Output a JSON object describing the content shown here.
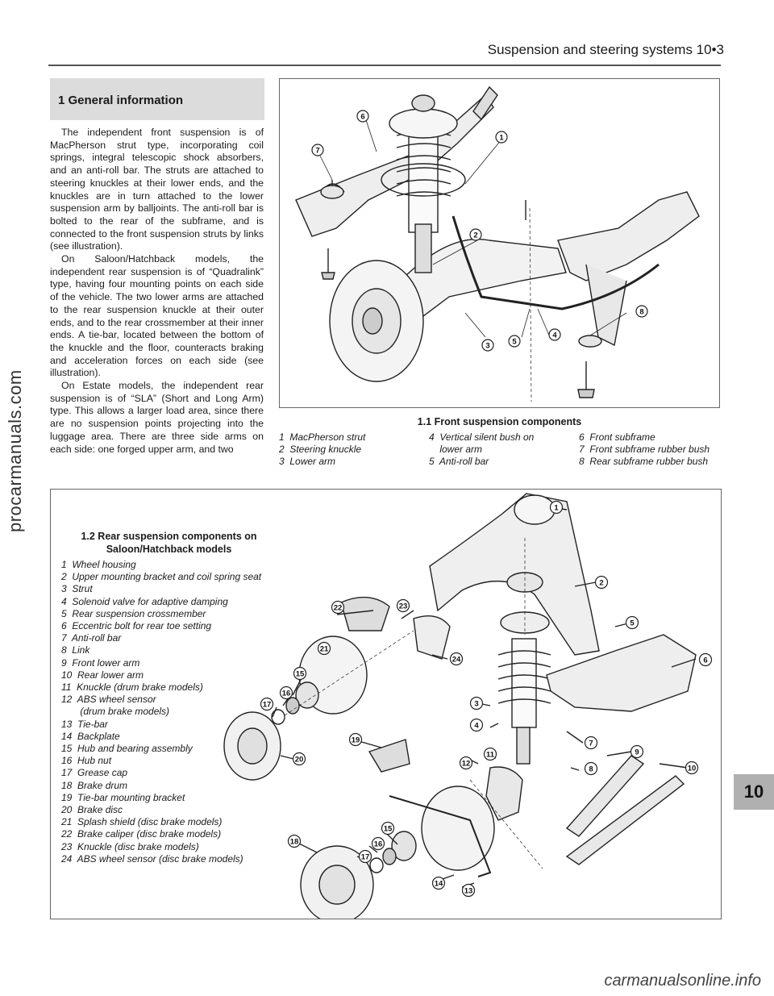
{
  "header": {
    "title": "Suspension and steering systems  10•3"
  },
  "section": {
    "title": "1 General information"
  },
  "body": {
    "paragraphs": [
      "The independent front suspension is of MacPherson strut type, incorporating coil springs, integral telescopic shock absorbers, and an anti-roll bar. The struts are attached to steering knuckles at their lower ends, and the knuckles are in turn attached to the lower suspension arm by balljoints. The anti-roll bar is bolted to the rear of the subframe, and is connected to the front suspension struts by links (see illustration).",
      "On Saloon/Hatchback models, the independent rear suspension is of “Quadralink” type, having four mounting points on each side of the vehicle. The two lower arms are attached to the rear suspension knuckle at their outer ends, and to the rear crossmember at their inner ends. A tie-bar, located between the bottom of the knuckle and the floor, counteracts braking and acceleration forces on each side (see illustration).",
      "On Estate models, the independent rear suspension is of “SLA” (Short and Long Arm) type. This allows a larger load area, since there are no suspension points projecting into the luggage area. There are three side arms on each side: one forged upper arm, and two"
    ]
  },
  "figure1": {
    "caption": "1.1  Front suspension components",
    "legend_col1": [
      "1  MacPherson strut",
      "2  Steering knuckle",
      "3  Lower arm"
    ],
    "legend_col2": [
      "4  Vertical silent bush on",
      "    lower arm",
      "5  Anti-roll bar"
    ],
    "legend_col3": [
      "6  Front subframe",
      "7  Front subframe rubber bush",
      "8  Rear subframe rubber bush"
    ],
    "callouts": [
      "1",
      "2",
      "3",
      "4",
      "5",
      "6",
      "7",
      "8"
    ]
  },
  "figure2": {
    "caption_line1": "1.2  Rear suspension components on",
    "caption_line2": "Saloon/Hatchback models",
    "legend": [
      "1  Wheel housing",
      "2  Upper mounting bracket and coil spring seat",
      "3  Strut",
      "4  Solenoid valve for adaptive damping",
      "5  Rear suspension crossmember",
      "6  Eccentric bolt for rear toe setting",
      "7  Anti-roll bar",
      "8  Link",
      "9  Front lower arm",
      "10  Rear lower arm",
      "11  Knuckle (drum brake models)",
      "12  ABS wheel sensor",
      "       (drum brake models)",
      "13  Tie-bar",
      "14  Backplate",
      "15  Hub and bearing assembly",
      "16  Hub nut",
      "17  Grease cap",
      "18  Brake drum",
      "19  Tie-bar mounting bracket",
      "20  Brake disc",
      "21  Splash shield (disc brake models)",
      "22  Brake caliper (disc brake models)",
      "23  Knuckle (disc brake models)",
      "24  ABS wheel sensor (disc brake models)"
    ],
    "callouts": [
      "1",
      "2",
      "5",
      "6",
      "22",
      "23",
      "21",
      "24",
      "15",
      "16",
      "17",
      "3",
      "4",
      "7",
      "9",
      "10",
      "8",
      "11",
      "12",
      "19",
      "20",
      "15",
      "16",
      "17",
      "18",
      "14",
      "13"
    ]
  },
  "side_watermark": "procarmanuals.com",
  "tab_label": "10",
  "footer_watermark": "carmanualsonline.info"
}
